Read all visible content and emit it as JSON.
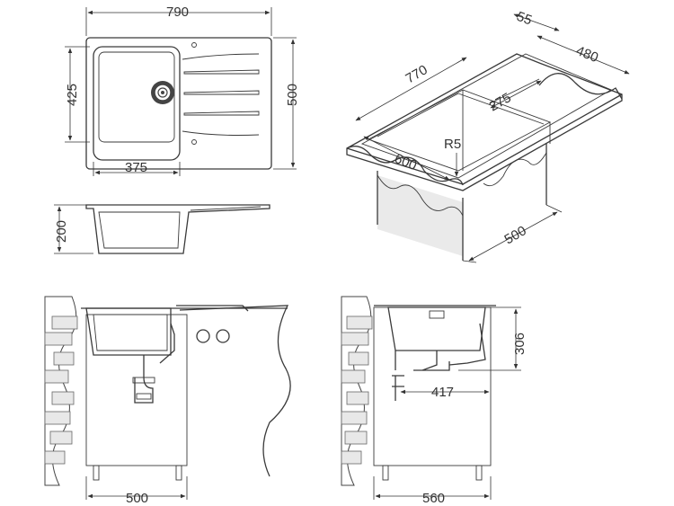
{
  "drawing": {
    "top_view": {
      "width": "790",
      "depth": "500",
      "bowl_depth": "425",
      "bowl_width": "375"
    },
    "side_view": {
      "height": "200"
    },
    "iso_view": {
      "length": "770",
      "edge": "55",
      "depth": "480",
      "bowl_width": "275",
      "radius": "R5",
      "cutout": "600",
      "cabinet": "500"
    },
    "front_view": {
      "cabinet_width": "500"
    },
    "section_view": {
      "height": "306",
      "drain_offset": "417",
      "cabinet_depth": "560"
    }
  }
}
